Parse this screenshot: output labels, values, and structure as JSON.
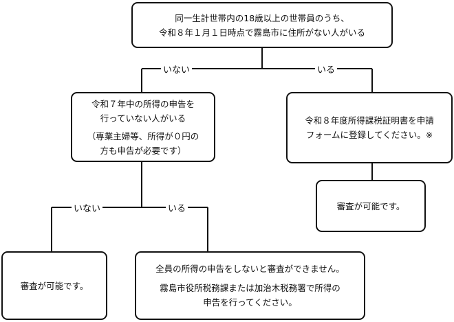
{
  "top_box": {
    "line1": "同一生計世帯内の18歳以上の世帯員のうち、",
    "line2": "令和８年１月１日時点で霧島市に住所がない人がいる"
  },
  "branch_top": {
    "no": "いない",
    "yes": "いる"
  },
  "left_box": {
    "line1": "令和７年中の所得の申告を",
    "line2": "行っていない人がいる",
    "note1": "（専業主婦等、所得が０円の",
    "note2": "方も申告が必要です）"
  },
  "right_box": {
    "line1": "令和８年度所得課税証明書を申請",
    "line2": "フォームに登録してください。※"
  },
  "right_result": {
    "text": "審査が可能です。"
  },
  "branch_mid": {
    "no": "いない",
    "yes": "いる"
  },
  "bottom_left": {
    "text": "審査が可能です。"
  },
  "bottom_right": {
    "line1": "全員の所得の申告をしないと審査ができません。",
    "line2": "霧島市役所税務課または加治木税務署で所得の",
    "line3": "申告を行ってください。"
  }
}
